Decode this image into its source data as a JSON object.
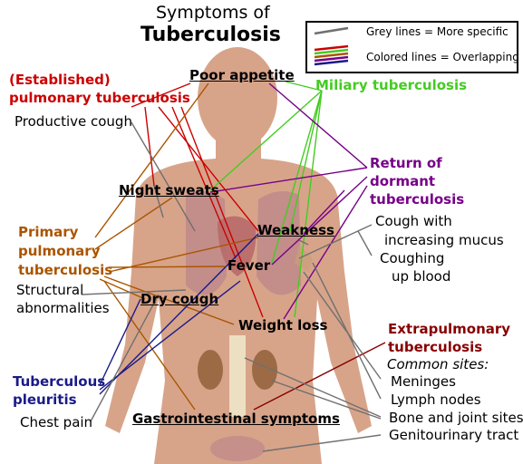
{
  "title": {
    "line1": "Symptoms of",
    "line2": "Tuberculosis"
  },
  "legend": {
    "grey_label": "Grey lines = More specific",
    "colored_label": "Colored lines = Overlapping"
  },
  "symptoms": {
    "poor_appetite": "Poor appetite",
    "night_sweats": "Night sweats",
    "weakness": "Weakness",
    "fever": "Fever",
    "dry_cough": "Dry cough",
    "weight_loss": "Weight loss",
    "gastrointestinal": "Gastrointestinal symptoms"
  },
  "categories": {
    "established": {
      "line1": "(Established)",
      "line2": "pulmonary tuberculosis"
    },
    "miliary": "Miliary tuberculosis",
    "dormant": {
      "line1": "Return of",
      "line2": "dormant",
      "line3": "tuberculosis"
    },
    "primary": {
      "line1": "Primary",
      "line2": "pulmonary",
      "line3": "tuberculosis"
    },
    "pleuritis": {
      "line1": "Tuberculous",
      "line2": "pleuritis"
    },
    "extrapulmonary": {
      "line1": "Extrapulmonary",
      "line2": "tuberculosis"
    }
  },
  "specific": {
    "productive_cough": "Productive cough",
    "structural": {
      "line1": "Structural",
      "line2": "abnormalities"
    },
    "chest_pain": "Chest pain",
    "cough_mucus": {
      "line1": "Cough with",
      "line2": "increasing mucus"
    },
    "coughing_blood": {
      "line1": "Coughing",
      "line2": "up blood"
    }
  },
  "common_sites": {
    "heading": "Common sites:",
    "items": [
      "Meninges",
      "Lymph nodes",
      "Bone and joint sites",
      "Genitourinary tract"
    ]
  },
  "colors": {
    "established": "#cc0000",
    "miliary": "#44cc22",
    "dormant": "#770088",
    "primary": "#aa5500",
    "pleuritis": "#1a1a88",
    "extrapulmonary": "#880000",
    "grey": "#707070",
    "skin": "#d9a58c"
  }
}
